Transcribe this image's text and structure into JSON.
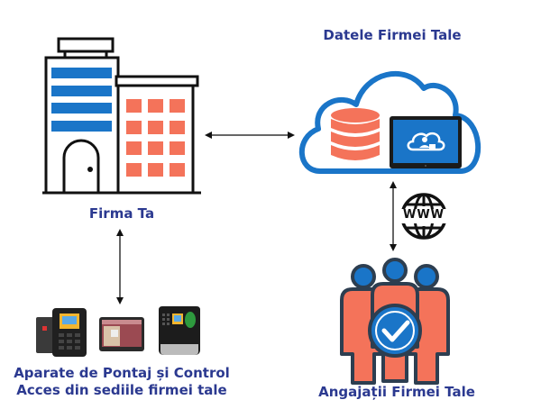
{
  "diagram": {
    "nodes": {
      "company": {
        "label": "Firma Ta",
        "icon": "building-icon"
      },
      "cloud": {
        "label": "Datele Firmei Tale",
        "icon": "cloud-icon",
        "contents": [
          "database-icon",
          "tablet-icon"
        ]
      },
      "devices": {
        "label_line1": "Aparate de Pontaj și Control",
        "label_line2": "Acces din sediile firmei tale",
        "icon": "attendance-devices-icon"
      },
      "employees": {
        "label": "Angajații Firmei Tale",
        "icon": "team-check-icon"
      }
    },
    "connectors": [
      {
        "from": "company",
        "to": "cloud",
        "type": "bidirectional-arrow"
      },
      {
        "from": "company",
        "to": "devices",
        "type": "bidirectional-arrow"
      },
      {
        "from": "cloud",
        "to": "employees",
        "type": "bidirectional-arrow",
        "via": "www-globe-icon"
      }
    ],
    "globe_text": "WWW",
    "colors": {
      "label": "#2b3990",
      "blue": "#1a75c8",
      "coral": "#f4735a",
      "outline": "#111111",
      "dark_outline": "#2d3e50"
    }
  }
}
